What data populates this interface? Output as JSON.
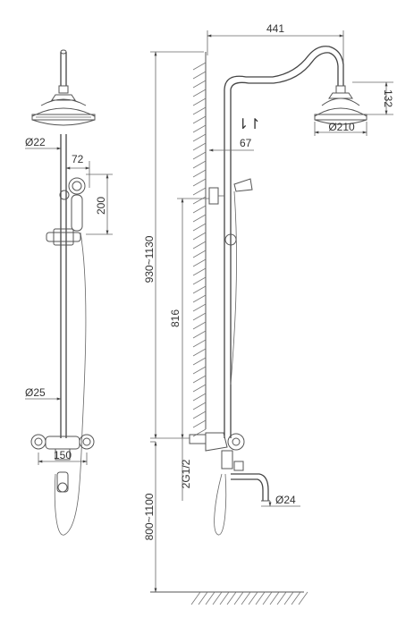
{
  "dimensions": {
    "arm_reach": "441",
    "head_height": "132",
    "head_diameter": "Ø210",
    "flow_arrows": "⇂↾",
    "wall_offset": "67",
    "rail_diameter_top": "Ø22",
    "handshower_offset": "72",
    "holder_height": "200",
    "total_height": "930~1130",
    "connection_height": "816",
    "rail_diameter": "Ø25",
    "mixer_centers": "150",
    "thread_size": "2G1/2",
    "spout_diameter": "Ø24",
    "mount_height": "800~1100"
  }
}
